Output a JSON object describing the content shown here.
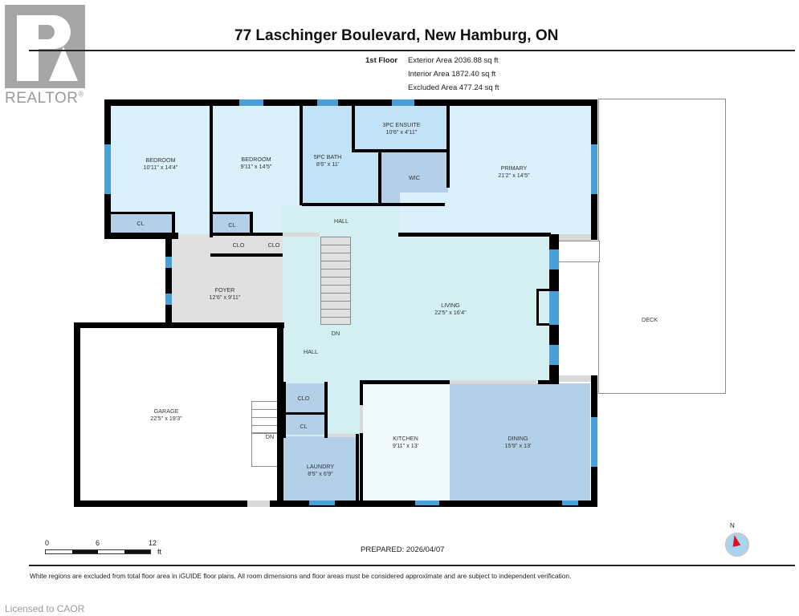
{
  "branding": {
    "logo_text": "REALTOR",
    "registered_mark": "®",
    "licensed_to": "Licensed to CAOR"
  },
  "header": {
    "title": "77 Laschinger Boulevard, New Hamburg, ON",
    "floor": "1st Floor",
    "areas": [
      "Exterior Area 2036.88 sq ft",
      "Interior Area 1872.40 sq ft",
      "Excluded Area 477.24 sq ft"
    ]
  },
  "colors": {
    "wall": "#000000",
    "window": "#4a9fd8",
    "bedroom_fill": "#daf0fb",
    "bath_fill": "#c2e2f7",
    "closet_fill": "#b4d0e8",
    "hall_fill": "#d4eff1",
    "foyer_fill": "#e0e0e0",
    "kitchen_fill": "#f0fafd",
    "dining_fill": "#b4d0e8"
  },
  "rooms": {
    "bedroom1": {
      "name": "BEDROOM",
      "dim": "10'11\" x 14'4\""
    },
    "bedroom2": {
      "name": "BEDROOM",
      "dim": "9'11\" x 14'5\""
    },
    "bath5pc": {
      "name": "5PC BATH",
      "dim": "8'6\" x 11'"
    },
    "ensuite": {
      "name": "3PC ENSUITE",
      "dim": "10'6\" x 4'11\""
    },
    "wic": {
      "name": "WIC"
    },
    "primary": {
      "name": "PRIMARY",
      "dim": "21'2\" x 14'5\""
    },
    "hall_top": {
      "name": "HALL"
    },
    "cl1": {
      "name": "CL"
    },
    "cl2": {
      "name": "CL"
    },
    "clo1": {
      "name": "CLO"
    },
    "clo2": {
      "name": "CLO"
    },
    "foyer": {
      "name": "FOYER",
      "dim": "12'6\" x 9'11\""
    },
    "living": {
      "name": "LIVING",
      "dim": "22'5\" x 16'4\""
    },
    "deck": {
      "name": "DECK"
    },
    "hall_main": {
      "name": "HALL"
    },
    "stairs_dn": {
      "name": "DN"
    },
    "garage": {
      "name": "GARAGE",
      "dim": "22'5\" x 19'3\""
    },
    "garage_stairs_dn": {
      "name": "DN"
    },
    "clo3": {
      "name": "CLO"
    },
    "cl3": {
      "name": "CL"
    },
    "laundry": {
      "name": "LAUNDRY",
      "dim": "8'5\" x 6'9\""
    },
    "kitchen": {
      "name": "KITCHEN",
      "dim": "9'11\" x 13'"
    },
    "dining": {
      "name": "DINING",
      "dim": "15'9\" x 13'"
    }
  },
  "scale_bar": {
    "ticks": [
      "0",
      "6",
      "12"
    ],
    "unit": "ft"
  },
  "prepared": "PREPARED: 2026/04/07",
  "compass": {
    "label": "N"
  },
  "disclaimer": "White regions are excluded from total floor area in iGUIDE floor plans. All room dimensions and floor areas must be considered approximate and are subject to independent verification."
}
